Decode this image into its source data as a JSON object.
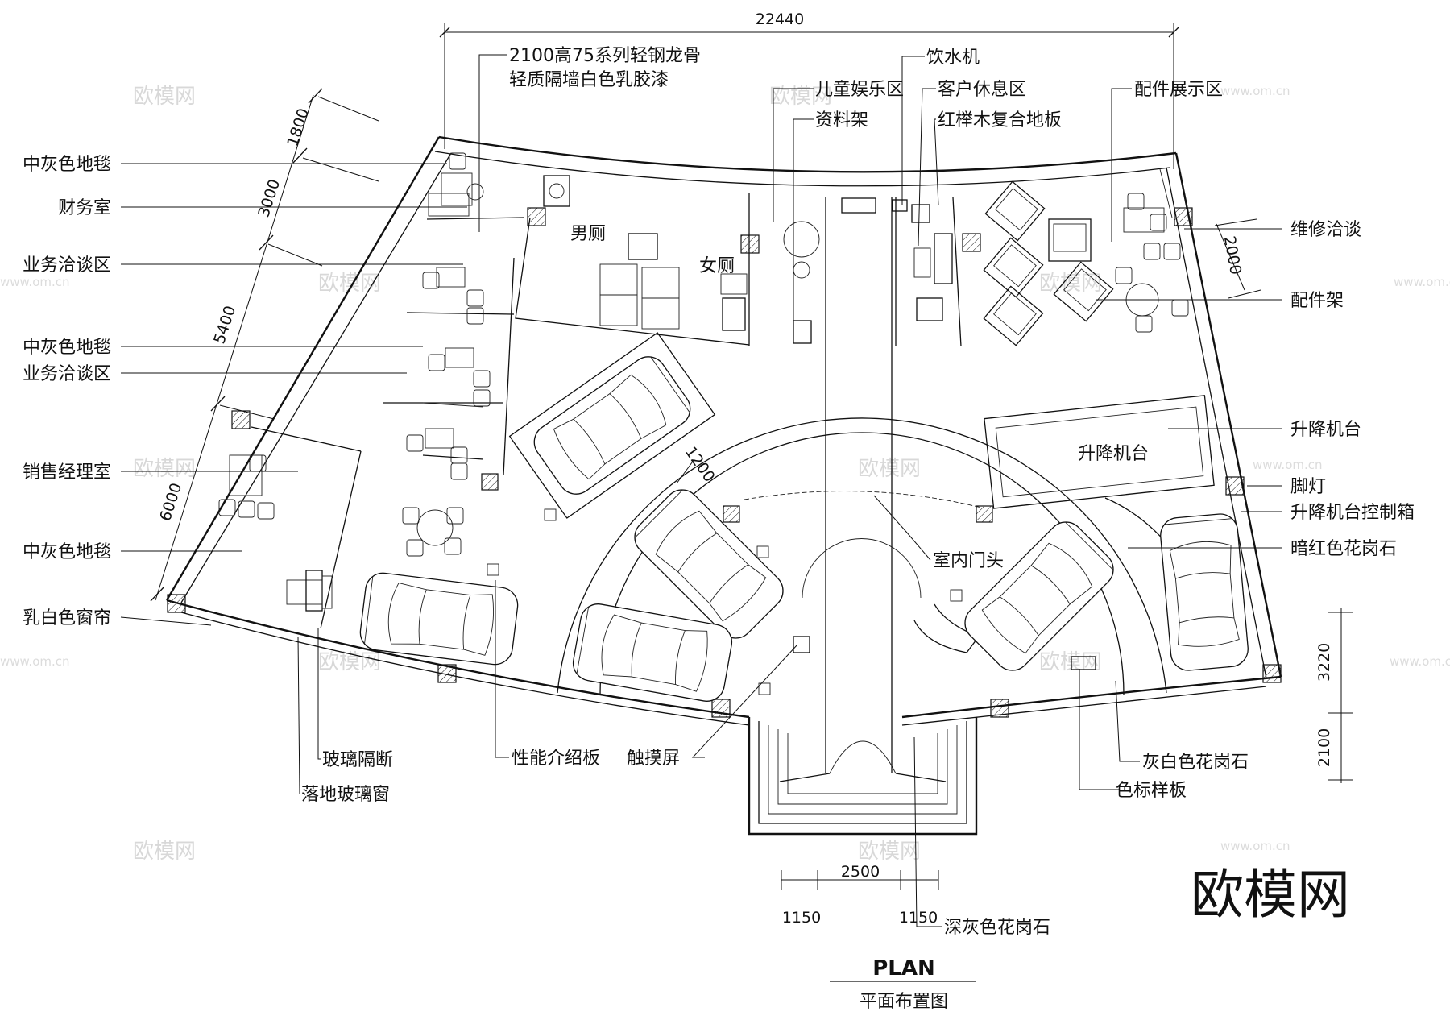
{
  "drawing": {
    "title": "PLAN",
    "subtitle": "平面布置图",
    "brand": "欧模网",
    "watermark_text": "欧模网",
    "watermark_url": "www.om.cn"
  },
  "dimensions": {
    "overall_width": "22440",
    "left_1": "1800",
    "left_2": "3000",
    "left_3": "5400",
    "left_4": "6000",
    "right_top": "2000",
    "right_1": "3220",
    "right_2": "2100",
    "bottom_mid": "2500",
    "bottom_left": "1150",
    "bottom_right": "1150",
    "car_gap": "1200"
  },
  "rooms": {
    "mens_toilet": "男厕",
    "womens_toilet": "女厕",
    "lift_platform": "升降机台"
  },
  "labels_left": [
    "中灰色地毯",
    "财务室",
    "业务洽谈区",
    "中灰色地毯",
    "业务洽谈区",
    "销售经理室",
    "中灰色地毯",
    "乳白色窗帘"
  ],
  "labels_right": [
    "维修洽谈",
    "配件架",
    "升降机台",
    "脚灯",
    "升降机台控制箱",
    "暗红色花岗石"
  ],
  "labels_top": {
    "partition_line1": "2100高75系列轻钢龙骨",
    "partition_line2": "轻质隔墙白色乳胶漆",
    "kids_area": "儿童娱乐区",
    "brochure_rack": "资料架",
    "water_dispenser": "饮水机",
    "lounge": "客户休息区",
    "floor": "红榉木复合地板",
    "parts_display": "配件展示区"
  },
  "labels_bottom": {
    "glass_partition": "玻璃隔断",
    "floor_window": "落地玻璃窗",
    "info_board": "性能介绍板",
    "touch_screen": "触摸屏",
    "entrance_header": "室内门头",
    "light_granite": "灰白色花岗石",
    "color_sample": "色标样板",
    "dark_granite": "深灰色花岗石"
  }
}
